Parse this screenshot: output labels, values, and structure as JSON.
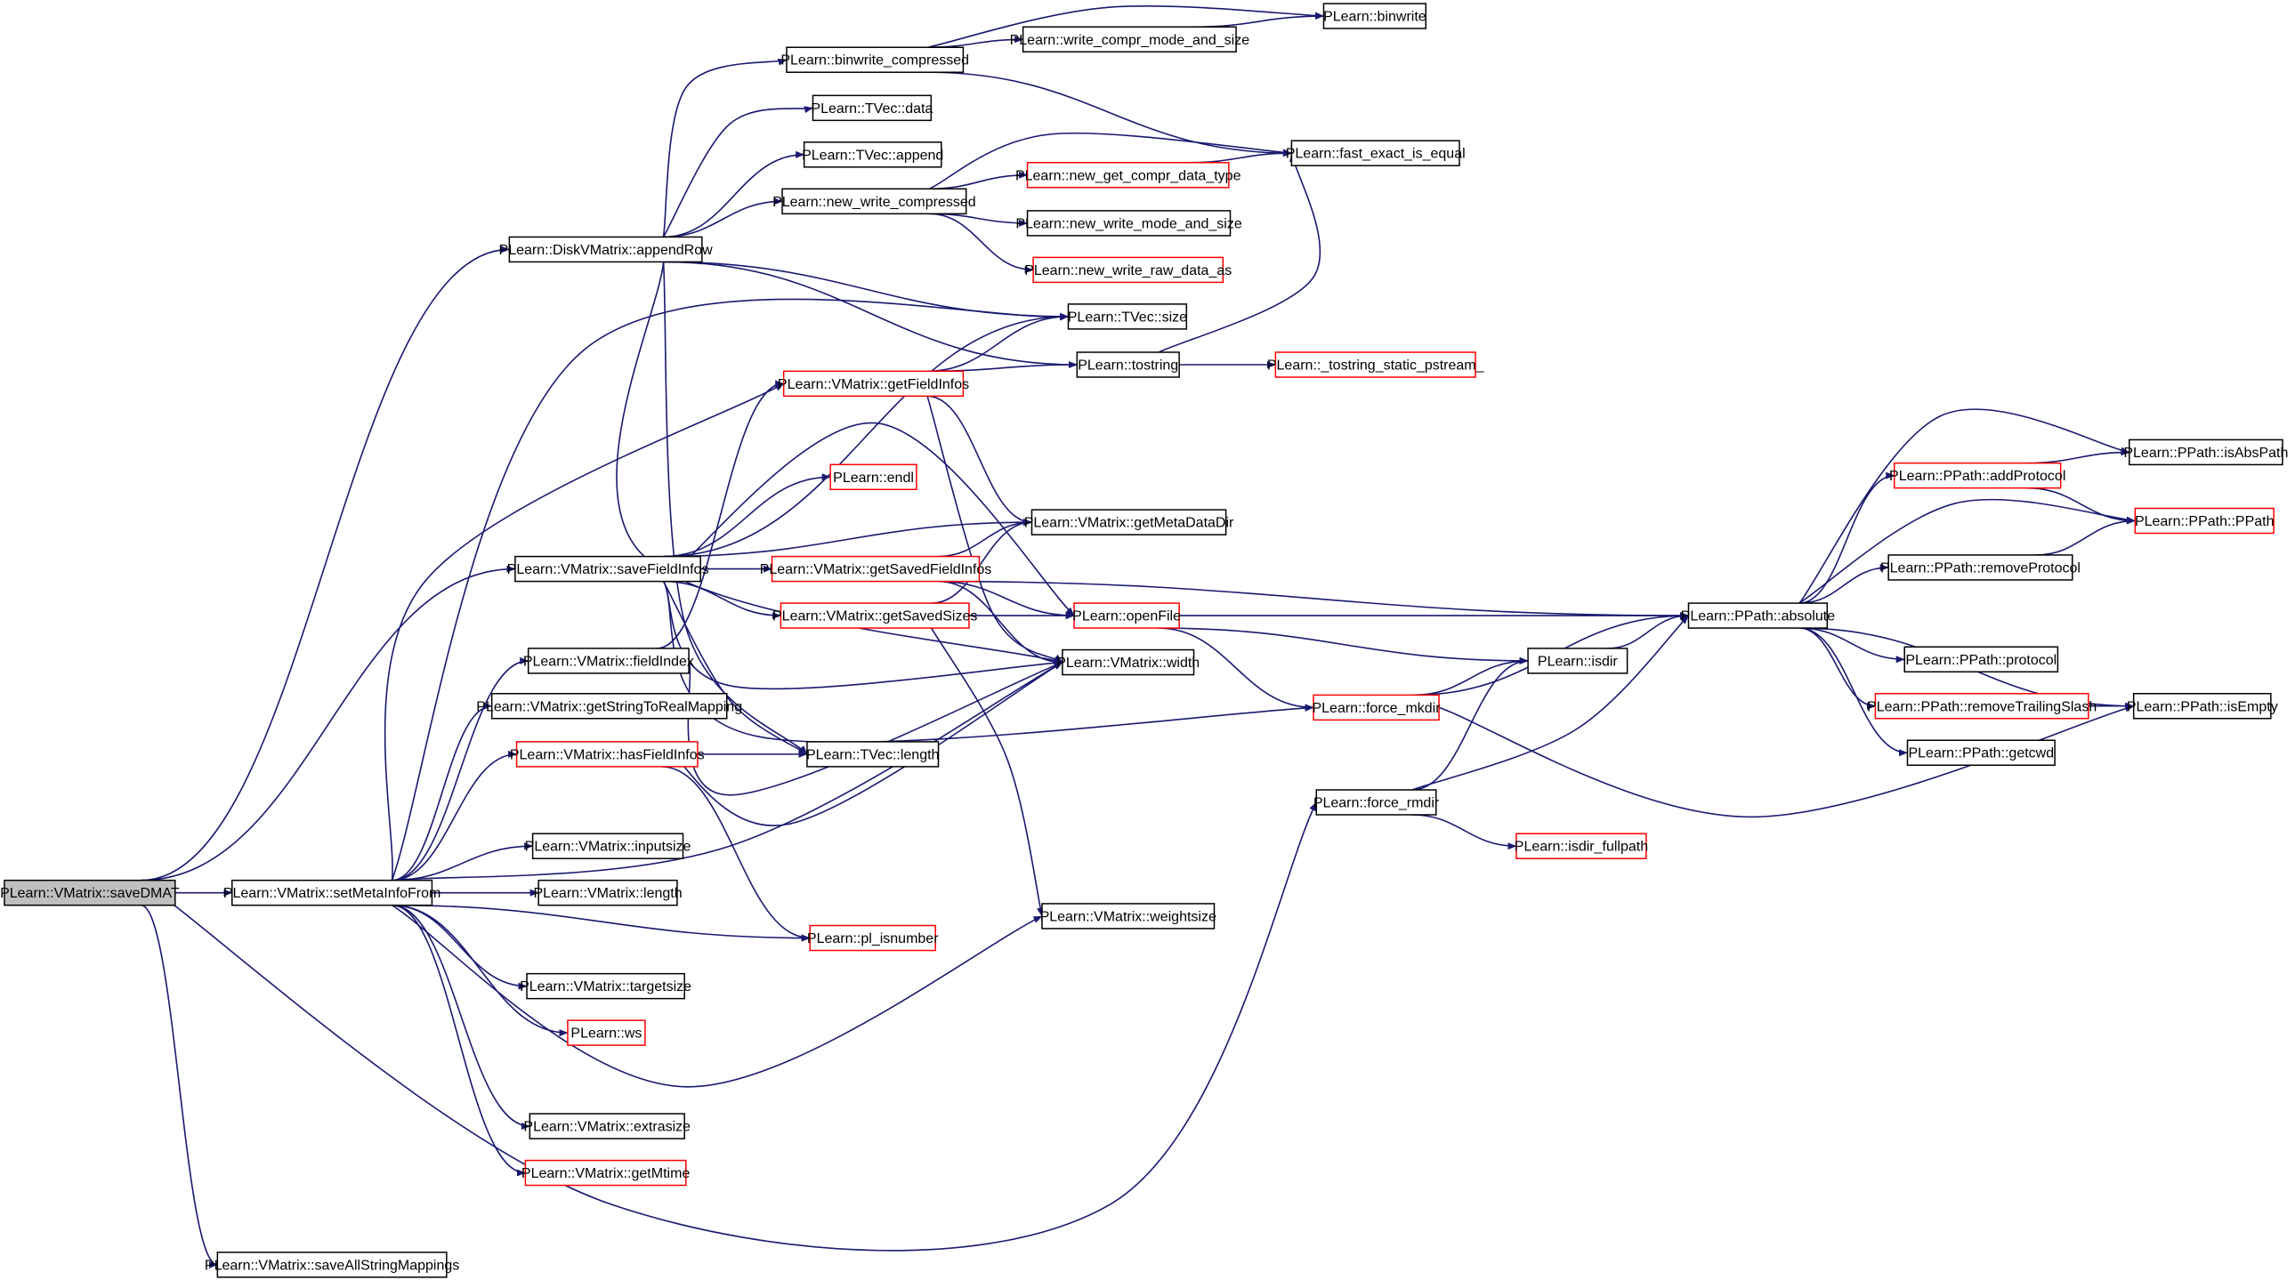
{
  "colors": {
    "edge": "#191970",
    "root_fill": "#bfbfbf",
    "node_fill": "#ffffff",
    "border_normal": "#000000",
    "border_truncated": "#ff0000"
  },
  "nodes": [
    {
      "id": "saveDMAT",
      "label": "PLearn::VMatrix::saveDMAT",
      "style": "root"
    },
    {
      "id": "setMetaInfoFrom",
      "label": "PLearn::VMatrix::setMetaInfoFrom",
      "style": "normal"
    },
    {
      "id": "saveAllStringMappings",
      "label": "PLearn::VMatrix::saveAllStringMappings",
      "style": "normal"
    },
    {
      "id": "appendRow",
      "label": "PLearn::DiskVMatrix::appendRow",
      "style": "normal"
    },
    {
      "id": "saveFieldInfos",
      "label": "PLearn::VMatrix::saveFieldInfos",
      "style": "normal"
    },
    {
      "id": "fieldIndex",
      "label": "PLearn::VMatrix::fieldIndex",
      "style": "normal"
    },
    {
      "id": "getStringToRealMapping",
      "label": "PLearn::VMatrix::getStringToRealMapping",
      "style": "normal"
    },
    {
      "id": "hasFieldInfos",
      "label": "PLearn::VMatrix::hasFieldInfos",
      "style": "truncated"
    },
    {
      "id": "inputsize",
      "label": "PLearn::VMatrix::inputsize",
      "style": "normal"
    },
    {
      "id": "length",
      "label": "PLearn::VMatrix::length",
      "style": "normal"
    },
    {
      "id": "targetsize",
      "label": "PLearn::VMatrix::targetsize",
      "style": "normal"
    },
    {
      "id": "ws",
      "label": "PLearn::ws",
      "style": "truncated"
    },
    {
      "id": "extrasize",
      "label": "PLearn::VMatrix::extrasize",
      "style": "normal"
    },
    {
      "id": "getMtime",
      "label": "PLearn::VMatrix::getMtime",
      "style": "truncated"
    },
    {
      "id": "binwrite_compressed",
      "label": "PLearn::binwrite_compressed",
      "style": "normal"
    },
    {
      "id": "tvec_data",
      "label": "PLearn::TVec::data",
      "style": "normal"
    },
    {
      "id": "tvec_append",
      "label": "PLearn::TVec::append",
      "style": "normal"
    },
    {
      "id": "new_write_compressed",
      "label": "PLearn::new_write_compressed",
      "style": "normal"
    },
    {
      "id": "getFieldInfos",
      "label": "PLearn::VMatrix::getFieldInfos",
      "style": "truncated"
    },
    {
      "id": "endl",
      "label": "PLearn::endl",
      "style": "truncated"
    },
    {
      "id": "getSavedFieldInfos",
      "label": "PLearn::VMatrix::getSavedFieldInfos",
      "style": "truncated"
    },
    {
      "id": "getSavedSizes",
      "label": "PLearn::VMatrix::getSavedSizes",
      "style": "truncated"
    },
    {
      "id": "tvec_length",
      "label": "PLearn::TVec::length",
      "style": "normal"
    },
    {
      "id": "pl_isnumber",
      "label": "PLearn::pl_isnumber",
      "style": "truncated"
    },
    {
      "id": "write_compr_mode_and_size",
      "label": "PLearn::write_compr_mode_and_size",
      "style": "normal"
    },
    {
      "id": "new_get_compr_data_type",
      "label": "PLearn::new_get_compr_data_type",
      "style": "truncated"
    },
    {
      "id": "new_write_mode_and_size",
      "label": "PLearn::new_write_mode_and_size",
      "style": "normal"
    },
    {
      "id": "new_write_raw_data_as",
      "label": "PLearn::new_write_raw_data_as",
      "style": "truncated"
    },
    {
      "id": "tvec_size",
      "label": "PLearn::TVec::size",
      "style": "normal"
    },
    {
      "id": "tostring",
      "label": "PLearn::tostring",
      "style": "normal"
    },
    {
      "id": "getMetaDataDir",
      "label": "PLearn::VMatrix::getMetaDataDir",
      "style": "normal"
    },
    {
      "id": "openFile",
      "label": "PLearn::openFile",
      "style": "truncated"
    },
    {
      "id": "width",
      "label": "PLearn::VMatrix::width",
      "style": "normal"
    },
    {
      "id": "weightsize",
      "label": "PLearn::VMatrix::weightsize",
      "style": "normal"
    },
    {
      "id": "binwrite",
      "label": "PLearn::binwrite",
      "style": "normal"
    },
    {
      "id": "fast_exact_is_equal",
      "label": "PLearn::fast_exact_is_equal",
      "style": "normal"
    },
    {
      "id": "tostring_static_pstream",
      "label": "PLearn::_tostring_static_pstream_",
      "style": "truncated"
    },
    {
      "id": "force_mkdir",
      "label": "PLearn::force_mkdir",
      "style": "truncated"
    },
    {
      "id": "force_rmdir",
      "label": "PLearn::force_rmdir",
      "style": "normal"
    },
    {
      "id": "isdir",
      "label": "PLearn::isdir",
      "style": "normal"
    },
    {
      "id": "isdir_fullpath",
      "label": "PLearn::isdir_fullpath",
      "style": "truncated"
    },
    {
      "id": "absolute",
      "label": "PLearn::PPath::absolute",
      "style": "normal"
    },
    {
      "id": "addProtocol",
      "label": "PLearn::PPath::addProtocol",
      "style": "truncated"
    },
    {
      "id": "removeProtocol",
      "label": "PLearn::PPath::removeProtocol",
      "style": "normal"
    },
    {
      "id": "protocol",
      "label": "PLearn::PPath::protocol",
      "style": "normal"
    },
    {
      "id": "removeTrailingSlash",
      "label": "PLearn::PPath::removeTrailingSlash",
      "style": "truncated"
    },
    {
      "id": "getcwd",
      "label": "PLearn::PPath::getcwd",
      "style": "normal"
    },
    {
      "id": "isAbsPath",
      "label": "PLearn::PPath::isAbsPath",
      "style": "normal"
    },
    {
      "id": "ppath_ctor",
      "label": "PLearn::PPath::PPath",
      "style": "truncated"
    },
    {
      "id": "isEmpty",
      "label": "PLearn::PPath::isEmpty",
      "style": "normal"
    }
  ],
  "edges": [
    [
      "saveDMAT",
      "appendRow"
    ],
    [
      "saveDMAT",
      "saveFieldInfos"
    ],
    [
      "saveDMAT",
      "setMetaInfoFrom"
    ],
    [
      "saveDMAT",
      "saveAllStringMappings"
    ],
    [
      "saveDMAT",
      "force_rmdir"
    ],
    [
      "setMetaInfoFrom",
      "getFieldInfos"
    ],
    [
      "setMetaInfoFrom",
      "fieldIndex"
    ],
    [
      "setMetaInfoFrom",
      "getStringToRealMapping"
    ],
    [
      "setMetaInfoFrom",
      "hasFieldInfos"
    ],
    [
      "setMetaInfoFrom",
      "inputsize"
    ],
    [
      "setMetaInfoFrom",
      "length"
    ],
    [
      "setMetaInfoFrom",
      "pl_isnumber"
    ],
    [
      "setMetaInfoFrom",
      "targetsize"
    ],
    [
      "setMetaInfoFrom",
      "ws"
    ],
    [
      "setMetaInfoFrom",
      "extrasize"
    ],
    [
      "setMetaInfoFrom",
      "getMtime"
    ],
    [
      "setMetaInfoFrom",
      "weightsize"
    ],
    [
      "setMetaInfoFrom",
      "width"
    ],
    [
      "setMetaInfoFrom",
      "tvec_size"
    ],
    [
      "appendRow",
      "binwrite_compressed"
    ],
    [
      "appendRow",
      "tvec_data"
    ],
    [
      "appendRow",
      "tvec_append"
    ],
    [
      "appendRow",
      "new_write_compressed"
    ],
    [
      "appendRow",
      "tvec_size"
    ],
    [
      "appendRow",
      "tostring"
    ],
    [
      "appendRow",
      "width"
    ],
    [
      "appendRow",
      "tvec_length"
    ],
    [
      "binwrite_compressed",
      "binwrite"
    ],
    [
      "binwrite_compressed",
      "write_compr_mode_and_size"
    ],
    [
      "binwrite_compressed",
      "fast_exact_is_equal"
    ],
    [
      "write_compr_mode_and_size",
      "binwrite"
    ],
    [
      "new_write_compressed",
      "fast_exact_is_equal"
    ],
    [
      "new_write_compressed",
      "new_get_compr_data_type"
    ],
    [
      "new_write_compressed",
      "new_write_mode_and_size"
    ],
    [
      "new_write_compressed",
      "new_write_raw_data_as"
    ],
    [
      "new_get_compr_data_type",
      "fast_exact_is_equal"
    ],
    [
      "saveFieldInfos",
      "tvec_size"
    ],
    [
      "saveFieldInfos",
      "endl"
    ],
    [
      "saveFieldInfos",
      "getMetaDataDir"
    ],
    [
      "saveFieldInfos",
      "getSavedFieldInfos"
    ],
    [
      "saveFieldInfos",
      "getSavedSizes"
    ],
    [
      "saveFieldInfos",
      "openFile"
    ],
    [
      "saveFieldInfos",
      "force_mkdir"
    ],
    [
      "saveFieldInfos",
      "tvec_length"
    ],
    [
      "saveFieldInfos",
      "width"
    ],
    [
      "getFieldInfos",
      "tvec_size"
    ],
    [
      "getFieldInfos",
      "tostring"
    ],
    [
      "getFieldInfos",
      "getMetaDataDir"
    ],
    [
      "getFieldInfos",
      "width"
    ],
    [
      "getSavedFieldInfos",
      "getMetaDataDir"
    ],
    [
      "getSavedFieldInfos",
      "openFile"
    ],
    [
      "getSavedFieldInfos",
      "width"
    ],
    [
      "getSavedFieldInfos",
      "absolute"
    ],
    [
      "getSavedSizes",
      "openFile"
    ],
    [
      "getSavedSizes",
      "getMetaDataDir"
    ],
    [
      "getSavedSizes",
      "weightsize"
    ],
    [
      "fieldIndex",
      "getFieldInfos"
    ],
    [
      "fieldIndex",
      "width"
    ],
    [
      "hasFieldInfos",
      "tvec_length"
    ],
    [
      "hasFieldInfos",
      "pl_isnumber"
    ],
    [
      "hasFieldInfos",
      "width"
    ],
    [
      "tostring",
      "fast_exact_is_equal"
    ],
    [
      "tostring",
      "tostring_static_pstream"
    ],
    [
      "openFile",
      "absolute"
    ],
    [
      "openFile",
      "isdir"
    ],
    [
      "openFile",
      "force_mkdir"
    ],
    [
      "force_mkdir",
      "isdir"
    ],
    [
      "force_mkdir",
      "absolute"
    ],
    [
      "force_mkdir",
      "isEmpty"
    ],
    [
      "force_rmdir",
      "isdir"
    ],
    [
      "force_rmdir",
      "absolute"
    ],
    [
      "force_rmdir",
      "isdir_fullpath"
    ],
    [
      "isdir",
      "absolute"
    ],
    [
      "absolute",
      "isAbsPath"
    ],
    [
      "absolute",
      "addProtocol"
    ],
    [
      "absolute",
      "ppath_ctor"
    ],
    [
      "absolute",
      "removeProtocol"
    ],
    [
      "absolute",
      "protocol"
    ],
    [
      "absolute",
      "removeTrailingSlash"
    ],
    [
      "absolute",
      "getcwd"
    ],
    [
      "absolute",
      "isEmpty"
    ],
    [
      "addProtocol",
      "isAbsPath"
    ],
    [
      "addProtocol",
      "ppath_ctor"
    ],
    [
      "removeProtocol",
      "ppath_ctor"
    ],
    [
      "removeTrailingSlash",
      "isEmpty"
    ]
  ]
}
